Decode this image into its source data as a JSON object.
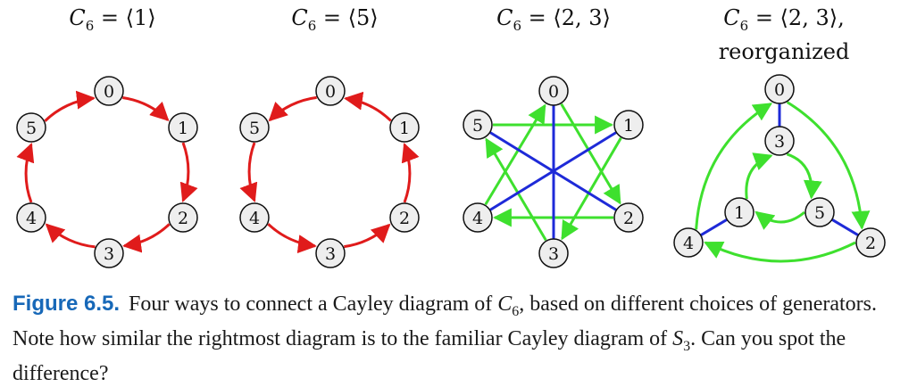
{
  "colors": {
    "generator_red": "#e01b1b",
    "generator_green": "#3ee02e",
    "generator_blue": "#1e2ad8",
    "node_fill": "#eeeeee",
    "caption_label": "#1768b8"
  },
  "panels": [
    {
      "title_var": "C",
      "title_sub": "6",
      "title_rest": " = ⟨1⟩",
      "subtitle": "",
      "nodes": [
        "0",
        "1",
        "2",
        "3",
        "4",
        "5"
      ],
      "edges": [
        {
          "from": "0",
          "to": "1",
          "color": "red",
          "directed": true
        },
        {
          "from": "1",
          "to": "2",
          "color": "red",
          "directed": true
        },
        {
          "from": "2",
          "to": "3",
          "color": "red",
          "directed": true
        },
        {
          "from": "3",
          "to": "4",
          "color": "red",
          "directed": true
        },
        {
          "from": "4",
          "to": "5",
          "color": "red",
          "directed": true
        },
        {
          "from": "5",
          "to": "0",
          "color": "red",
          "directed": true
        }
      ]
    },
    {
      "title_var": "C",
      "title_sub": "6",
      "title_rest": " = ⟨5⟩",
      "subtitle": "",
      "nodes": [
        "0",
        "1",
        "2",
        "3",
        "4",
        "5"
      ],
      "edges": [
        {
          "from": "0",
          "to": "5",
          "color": "red",
          "directed": true
        },
        {
          "from": "5",
          "to": "4",
          "color": "red",
          "directed": true
        },
        {
          "from": "4",
          "to": "3",
          "color": "red",
          "directed": true
        },
        {
          "from": "3",
          "to": "2",
          "color": "red",
          "directed": true
        },
        {
          "from": "2",
          "to": "1",
          "color": "red",
          "directed": true
        },
        {
          "from": "1",
          "to": "0",
          "color": "red",
          "directed": true
        }
      ]
    },
    {
      "title_var": "C",
      "title_sub": "6",
      "title_rest": " = ⟨2, 3⟩",
      "subtitle": "",
      "nodes": [
        "0",
        "1",
        "2",
        "3",
        "4",
        "5"
      ],
      "edges": [
        {
          "from": "0",
          "to": "2",
          "color": "green",
          "directed": true
        },
        {
          "from": "2",
          "to": "4",
          "color": "green",
          "directed": true
        },
        {
          "from": "4",
          "to": "0",
          "color": "green",
          "directed": true
        },
        {
          "from": "1",
          "to": "3",
          "color": "green",
          "directed": true
        },
        {
          "from": "3",
          "to": "5",
          "color": "green",
          "directed": true
        },
        {
          "from": "5",
          "to": "1",
          "color": "green",
          "directed": true
        },
        {
          "from": "0",
          "to": "3",
          "color": "blue",
          "directed": false
        },
        {
          "from": "1",
          "to": "4",
          "color": "blue",
          "directed": false
        },
        {
          "from": "2",
          "to": "5",
          "color": "blue",
          "directed": false
        }
      ]
    },
    {
      "title_var": "C",
      "title_sub": "6",
      "title_rest": " = ⟨2, 3⟩,",
      "subtitle": "reorganized",
      "nodes": [
        "0",
        "2",
        "4",
        "3",
        "5",
        "1"
      ],
      "edges": [
        {
          "from": "0",
          "to": "2",
          "color": "green",
          "directed": true,
          "curved": true
        },
        {
          "from": "2",
          "to": "4",
          "color": "green",
          "directed": true,
          "curved": true
        },
        {
          "from": "4",
          "to": "0",
          "color": "green",
          "directed": true,
          "curved": true
        },
        {
          "from": "3",
          "to": "5",
          "color": "green",
          "directed": true,
          "curved": true
        },
        {
          "from": "5",
          "to": "1",
          "color": "green",
          "directed": true,
          "curved": true
        },
        {
          "from": "1",
          "to": "3",
          "color": "green",
          "directed": true,
          "curved": true
        },
        {
          "from": "0",
          "to": "3",
          "color": "blue",
          "directed": false
        },
        {
          "from": "2",
          "to": "5",
          "color": "blue",
          "directed": false
        },
        {
          "from": "4",
          "to": "1",
          "color": "blue",
          "directed": false
        }
      ]
    }
  ],
  "caption": {
    "label": "Figure 6.5.",
    "text_1": "Four ways to connect a Cayley diagram of ",
    "c_var": "C",
    "c_sub": "6",
    "text_2": ", based on different choices of generators. Note how similar the rightmost diagram is to the familiar Cayley diagram of ",
    "s_var": "S",
    "s_sub": "3",
    "text_3": ". Can you spot the difference?"
  }
}
